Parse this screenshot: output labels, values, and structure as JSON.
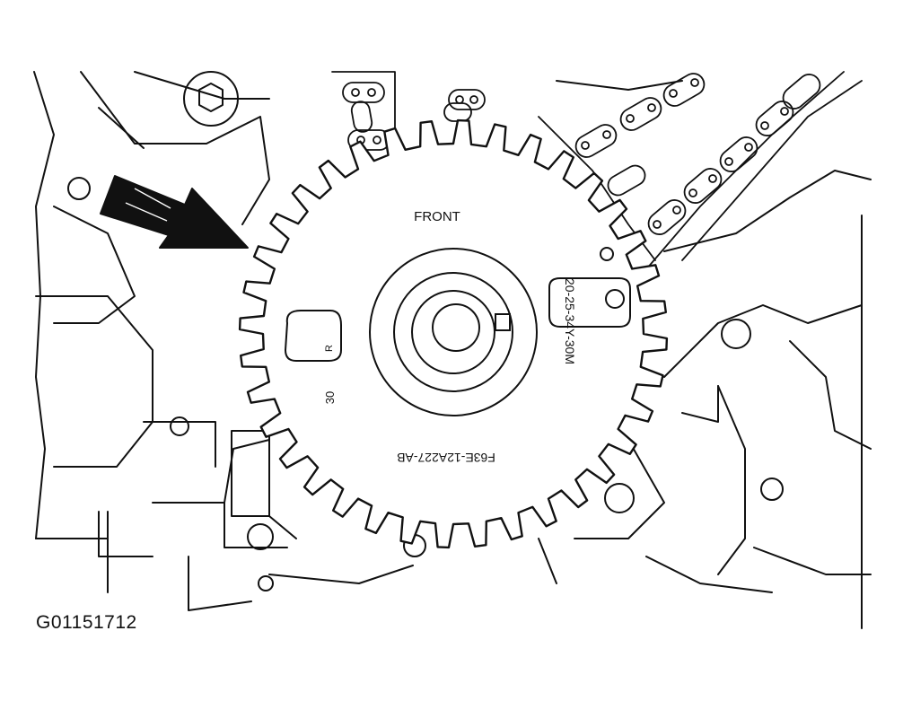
{
  "labels": {
    "front": "FRONT",
    "part_code": "20-25-34Y-30M",
    "casting_number": "F63E-12A227-AB",
    "marking_30": "30",
    "marking_r": "R"
  },
  "figure_id": "G01151712",
  "colors": {
    "ink": "#111111",
    "paper": "#ffffff"
  },
  "wheel": {
    "tooth_count": 36
  }
}
